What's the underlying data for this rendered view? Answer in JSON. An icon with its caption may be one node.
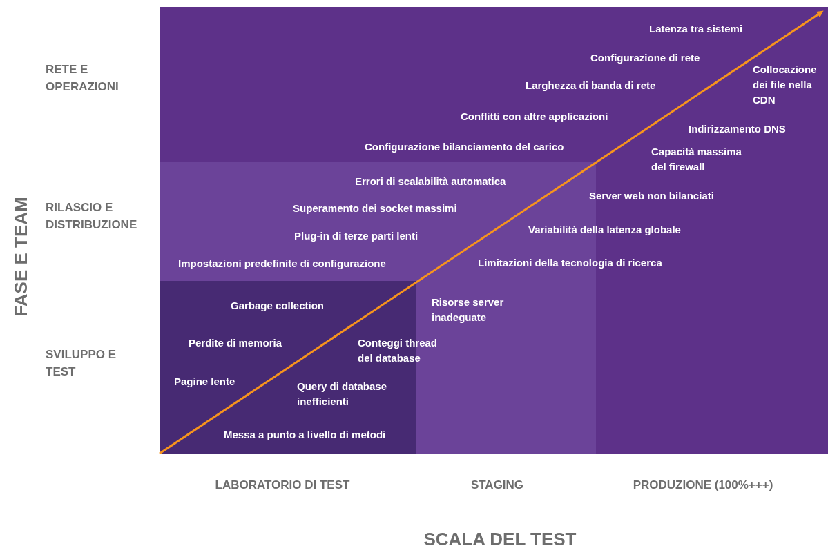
{
  "diagram": {
    "labels": [
      "FASE E TEAM",
      "RETE E OPERAZIONI",
      "RILASCIO E DISTRIBUZIONE",
      "SVILUPPO E TEST",
      "Latenza tra sistemi",
      "Configurazione di rete",
      "Collocazione dei file nella CDN",
      "Larghezza di banda di rete",
      "Conflitti con altre applicazioni",
      "Indirizzamento DNS",
      "Configurazione bilanciamento del carico",
      "Capacità massima del firewall",
      "Errori di scalabilità automatica",
      "Server web non bilanciati",
      "Superamento dei socket massimi",
      "Variabilità della latenza globale",
      "Plug-in di terze parti lenti",
      "Impostazioni predefinite di configurazione",
      "Limitazioni della tecnologia di ricerca",
      "Garbage collection",
      "Risorse server inadeguate",
      "Perdite di memoria",
      "Conteggi thread del database",
      "Pagine lente",
      "Query di database inefficienti",
      "Messa a punto a livello di metodi",
      "LABORATORIO DI TEST",
      "STAGING",
      "PRODUZIONE (100%+++)",
      "SCALA DEL TEST"
    ]
  }
}
